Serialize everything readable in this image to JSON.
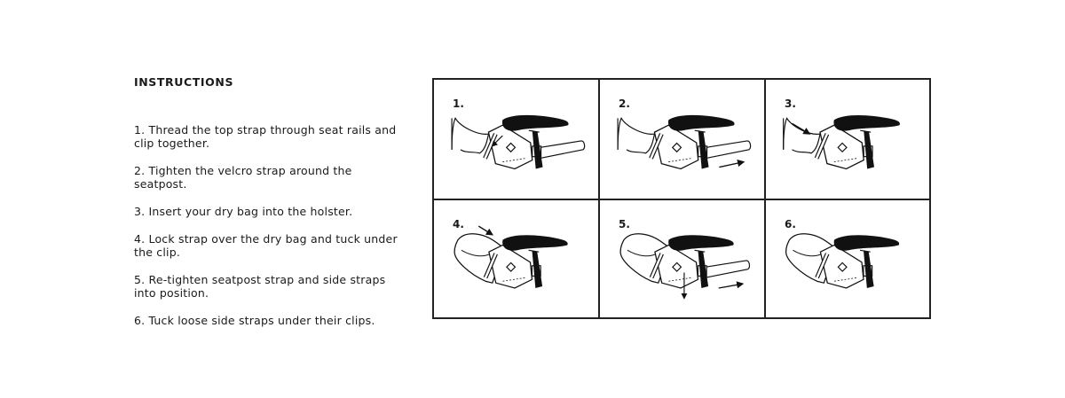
{
  "instructions": {
    "title": "INSTRUCTIONS",
    "steps": [
      "1. Thread the top strap through seat rails and clip together.",
      "2. Tighten the velcro strap around the seatpost.",
      "3. Insert your dry bag into the holster.",
      "4. Lock strap over the dry bag and tuck under the clip.",
      "5. Re-tighten seatpost strap and side straps into position.",
      "6. Tuck loose side straps under their clips."
    ]
  },
  "panels": [
    {
      "label": "1.",
      "icon": "saddle-holster-open-strap",
      "arrows": [
        "down-left"
      ]
    },
    {
      "label": "2.",
      "icon": "saddle-holster-velcro-tighten",
      "arrows": [
        "right"
      ]
    },
    {
      "label": "3.",
      "icon": "saddle-holster-insert-bag",
      "arrows": [
        "down-right"
      ]
    },
    {
      "label": "4.",
      "icon": "saddle-holster-lock-strap",
      "arrows": [
        "down-right"
      ]
    },
    {
      "label": "5.",
      "icon": "saddle-holster-retighten",
      "arrows": [
        "down",
        "right"
      ]
    },
    {
      "label": "6.",
      "icon": "saddle-holster-complete",
      "arrows": []
    }
  ]
}
